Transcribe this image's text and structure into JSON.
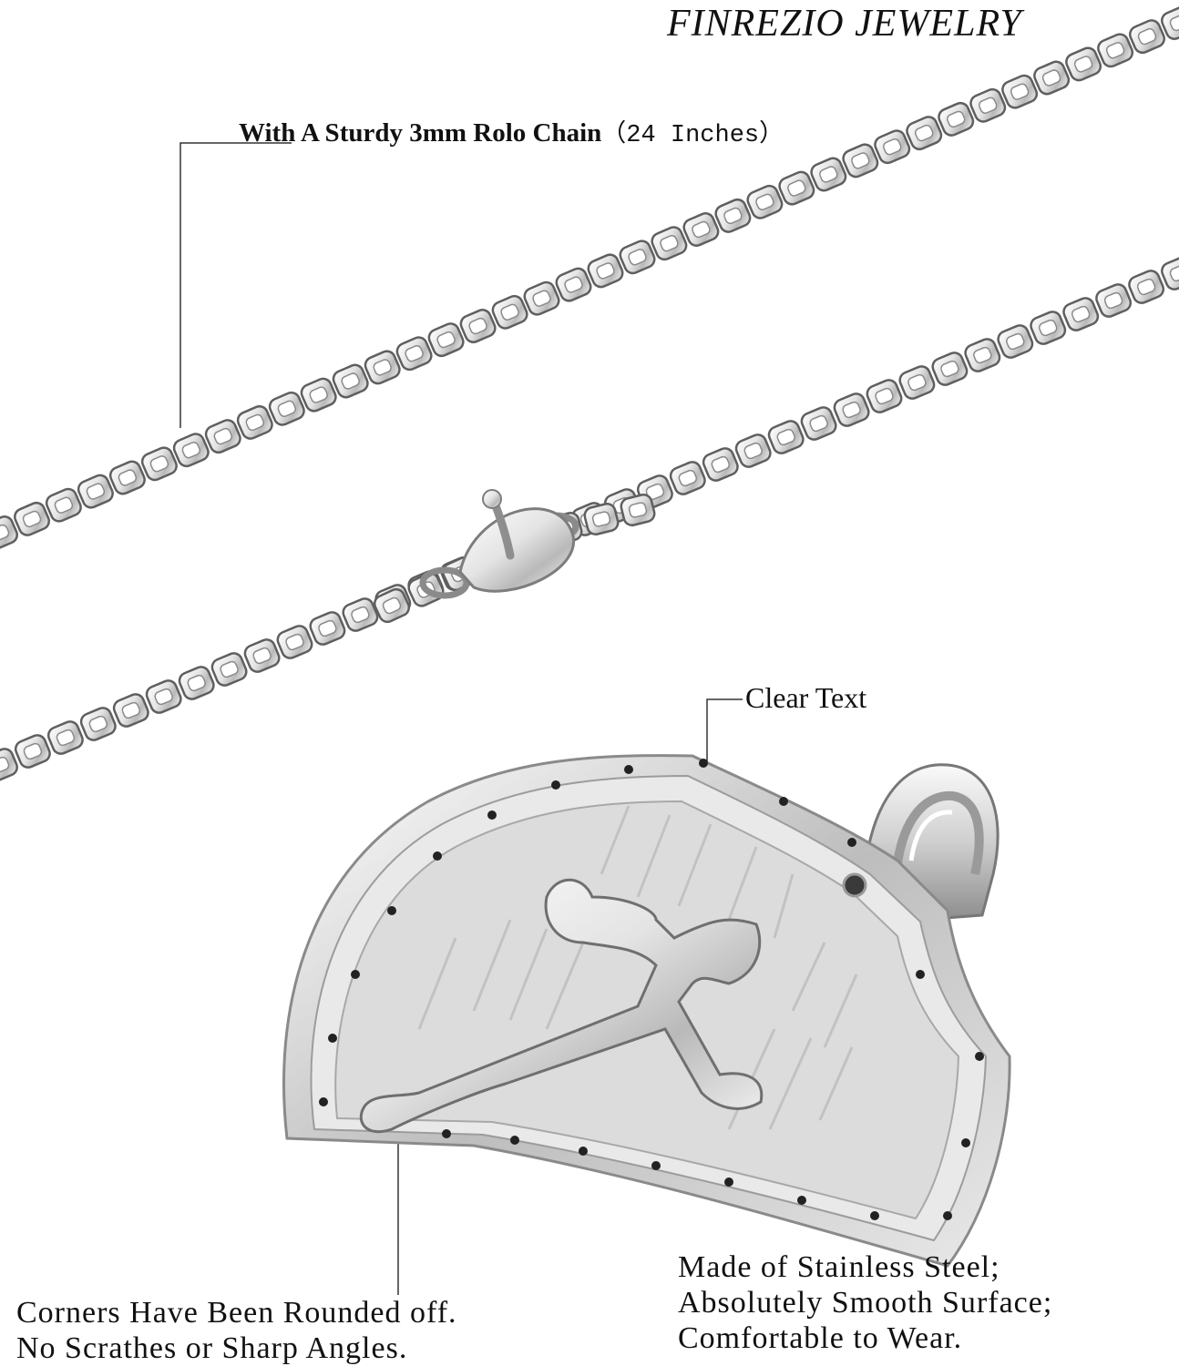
{
  "brand": "FINREZIO JEWELRY",
  "chain_caption": {
    "main": "With A Sturdy 3mm Rolo Chain",
    "length": "（24 Inches）"
  },
  "text_caption": "Clear Text",
  "material_caption": [
    "Made of Stainless Steel;",
    "Absolutely Smooth Surface;",
    "Comfortable to Wear."
  ],
  "corners_caption": [
    "Corners Have Been  Rounded off.",
    "No Scrathes or Sharp Angles."
  ],
  "colors": {
    "steel_light": "#f2f2f2",
    "steel_mid": "#c8c8c8",
    "steel_dark": "#6e6e6e",
    "text": "#111111",
    "background": "#ffffff"
  }
}
